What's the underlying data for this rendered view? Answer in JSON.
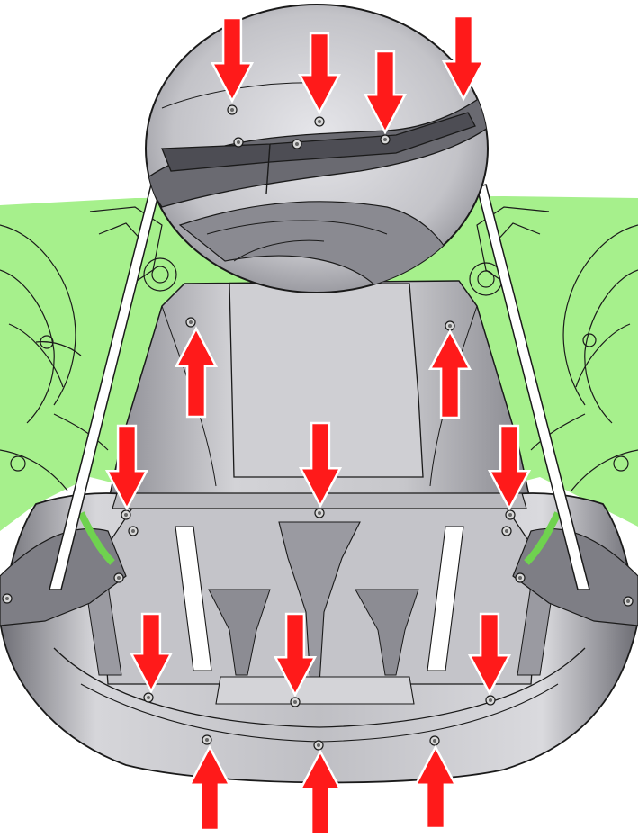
{
  "figure": {
    "description_visible_text": "",
    "colors": {
      "background": "#ffffff",
      "engine_bay": "#a6f08c",
      "shield_fill": "#c9c9cd",
      "shield_dark": "#8f8f96",
      "outline": "#1a1a1a",
      "arrow_fill": "#ff1a1a",
      "arrow_stroke": "#ffffff",
      "bolt_fill": "#d8d8d8"
    },
    "callout": {
      "arrows_down": 4,
      "bolts": 5
    },
    "main_view": {
      "arrows_up_upper_shield": 2,
      "arrows_down_middle_row": 3,
      "arrows_down_lower_row": 3,
      "arrows_up_bottom_edge": 3
    },
    "icon_names": [
      "arrow-down-icon",
      "arrow-up-icon",
      "bolt-icon"
    ]
  }
}
